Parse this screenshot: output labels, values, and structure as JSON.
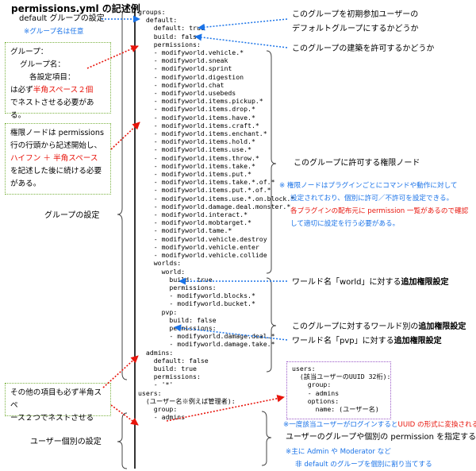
{
  "title": "permissions.yml の記述例",
  "code_main": [
    "groups:",
    "  default:",
    "    default: true",
    "    build: false",
    "    permissions:",
    "    - modifyworld.vehicle.*",
    "    - modifyworld.sneak",
    "    - modifyworld.sprint",
    "    - modifyworld.digestion",
    "    - modifyworld.chat",
    "    - modifyworld.usebeds",
    "    - modifyworld.items.pickup.*",
    "    - modifyworld.items.drop.*",
    "    - modifyworld.items.have.*",
    "    - modifyworld.items.craft.*",
    "    - modifyworld.items.enchant.*",
    "    - modifyworld.items.hold.*",
    "    - modifyworld.items.use.*",
    "    - modifyworld.items.throw.*",
    "    - modifyworld.items.take.*",
    "    - modifyworld.items.put.*",
    "    - modifyworld.items.take.*.of.*",
    "    - modifyworld.items.put.*.of.*",
    "    - modifyworld.items.use.*.on.block.*",
    "    - modifyworld.damage.deal.monster.*",
    "    - modifyworld.interact.*",
    "    - modifyworld.mobtarget.*",
    "    - modifyworld.tame.*",
    "    - modifyworld.vehicle.destroy",
    "    - modifyworld.vehicle.enter",
    "    - modifyworld.vehicle.collide",
    "    worlds:",
    "      world:",
    "        build: true",
    "        permissions:",
    "        - modifyworld.blocks.*",
    "        - modifyworld.bucket.*",
    "      pvp:",
    "        build: false",
    "        permissions:",
    "        - modifyworld.damage.deal.*",
    "        - modifyworld.damage.take.*",
    "  admins:",
    "    default: false",
    "    build: true",
    "    permissions:",
    "    - '*'",
    "users:",
    "  (ユーザー名※例えば管理者):",
    "    group:",
    "    - admins"
  ],
  "code_users": [
    "users:",
    "  (該当ユーザーのUUID 32桁):",
    "    group:",
    "    - admins",
    "    options:",
    "      name: (ユーザー名)"
  ],
  "left": {
    "default_group": "default グループの設定",
    "group_name_note": "※グループ名は任意",
    "box1_l1": "グループ：",
    "box1_l2": "グループ名：",
    "box1_l3": "各設定項目：",
    "box1_l4a": "は必ず",
    "box1_l4b": "半角スペース２個",
    "box1_l5": "でネストさせる必要がある。",
    "box2_l1": "権限ノードは permissions",
    "box2_l2": "行の行頭から記述開始し、",
    "box2_l3": "ハイフン ＋ 半角スペース",
    "box2_l4": "を記述した後に続ける必要",
    "box2_l5": "がある。",
    "group_settings": "グループの設定",
    "box3_l1": "その他の項目も必ず半角スペ",
    "box3_l2": "ース２つでネストさせる",
    "user_settings": "ユーザー個別の設定"
  },
  "right": {
    "default_line1": "このグループを初期参加ユーザーの",
    "default_line2": "デフォルトグループにするかどうか",
    "build_allow": "このグループの建築を許可するかどうか",
    "perm_nodes": "このグループに許可する権限ノード",
    "note1": "※ 権限ノードはプラグインごとにコマンドや動作に対して",
    "note2": "設定されており、個別に許可／不許可を設定できる。",
    "note3": "各プラグインの配布元に permission 一覧があるので確認",
    "note4": "して適切に設定を行う必要がある。",
    "world_a": "ワールド名「world」に対する",
    "world_b": "追加権限設定",
    "per_world_a": "このグループに対するワールド別の",
    "per_world_b": "追加権限設定",
    "pvp_a": "ワールド名「pvp」に対する",
    "pvp_b": "追加権限設定",
    "uuid_note_a": "※一度該当ユーザーがログインすると",
    "uuid_note_b": "UUID の形式に変換される",
    "assign": "ユーザーのグループや個別の permission を指定する",
    "admin_note1": "※主に Admin や Moderator など",
    "admin_note2": "非 default のグループを個別に割り当てする"
  },
  "colors": {
    "blue": "#1a73e8",
    "red": "#e8150c",
    "green": "#7cb342",
    "purple": "#9a58c7"
  }
}
